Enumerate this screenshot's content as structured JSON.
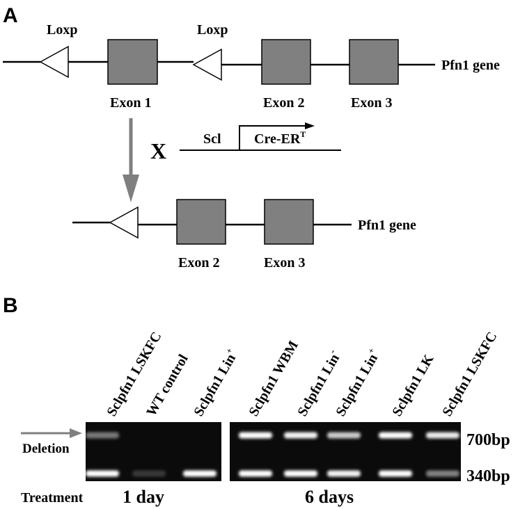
{
  "panel_a": {
    "letter": "A",
    "loxp_1": "Loxp",
    "loxp_2": "Loxp",
    "gene_label_top": "Pfn1 gene",
    "exon_1": "Exon 1",
    "exon_2_top": "Exon 2",
    "exon_3_top": "Exon 3",
    "cross_symbol": "X",
    "promoter": "Scl",
    "cre_label": "Cre-ER",
    "cre_superscript": "T",
    "gene_label_bottom": "Pfn1 gene",
    "exon_2_bottom": "Exon 2",
    "exon_3_bottom": "Exon 3"
  },
  "panel_b": {
    "letter": "B",
    "lanes_left": [
      {
        "name": "Sclpfn1 LSKFC",
        "sup": ""
      },
      {
        "name": "WT control",
        "sup": ""
      },
      {
        "name": "Sclpfn1 Lin",
        "sup": "+"
      }
    ],
    "lanes_right": [
      {
        "name": "Sclpfn1 WBM",
        "sup": ""
      },
      {
        "name": "Sclpfn1 Lin",
        "sup": "-"
      },
      {
        "name": "Sclpfn1 Lin",
        "sup": "+"
      },
      {
        "name": "Sclpfn1 LK",
        "sup": ""
      },
      {
        "name": "Sclpfn1 LSKFC",
        "sup": ""
      }
    ],
    "deletion_label": "Deletion",
    "size_upper": "700bp",
    "size_lower": "340bp",
    "treatment_label": "Treatment",
    "treatment_left": "1 day",
    "treatment_right": "6 days"
  },
  "colors": {
    "exon_fill": "#808080",
    "arrow_gray": "#7f7f7f",
    "gel_background": "#0b0b0b",
    "band_color": "#ffffff"
  },
  "gel_bands": {
    "left_gel": [
      {
        "upper": 0.35,
        "lower": 1.0
      },
      {
        "upper": 0.0,
        "lower": 0.05
      },
      {
        "upper": 0.0,
        "lower": 1.0
      }
    ],
    "right_gel": [
      {
        "upper": 1.0,
        "lower": 1.0
      },
      {
        "upper": 0.95,
        "lower": 1.0
      },
      {
        "upper": 0.75,
        "lower": 0.95
      },
      {
        "upper": 1.0,
        "lower": 1.0
      },
      {
        "upper": 0.9,
        "lower": 0.4
      }
    ]
  }
}
